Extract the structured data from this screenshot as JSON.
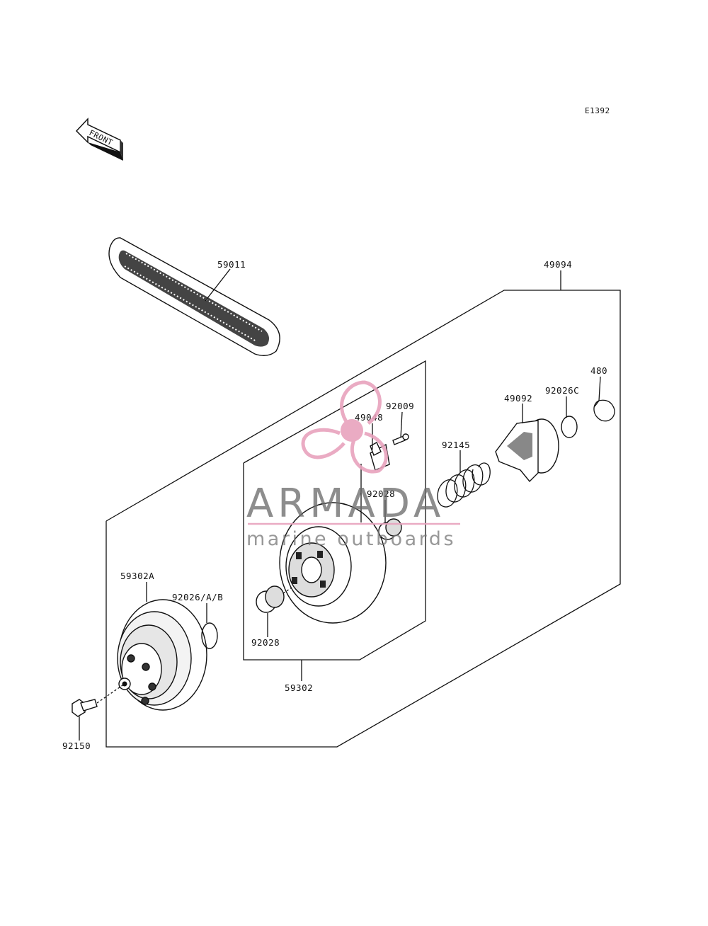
{
  "diagram_code": "E1392",
  "front_marker": "FRONT",
  "labels": {
    "p59011": "59011",
    "p49094": "49094",
    "p92009": "92009",
    "p49048": "49048",
    "p92145": "92145",
    "p49092": "49092",
    "p92026c": "92026C",
    "p480": "480",
    "p92028_top": "92028",
    "p59302a": "59302A",
    "p92026ab": "92026/A/B",
    "p92028_bottom": "92028",
    "p59302": "59302",
    "p92150": "92150"
  },
  "watermark": {
    "brand": "ARMADA",
    "tagline": "marine outboards",
    "accent_color": "#e8a3bd"
  }
}
